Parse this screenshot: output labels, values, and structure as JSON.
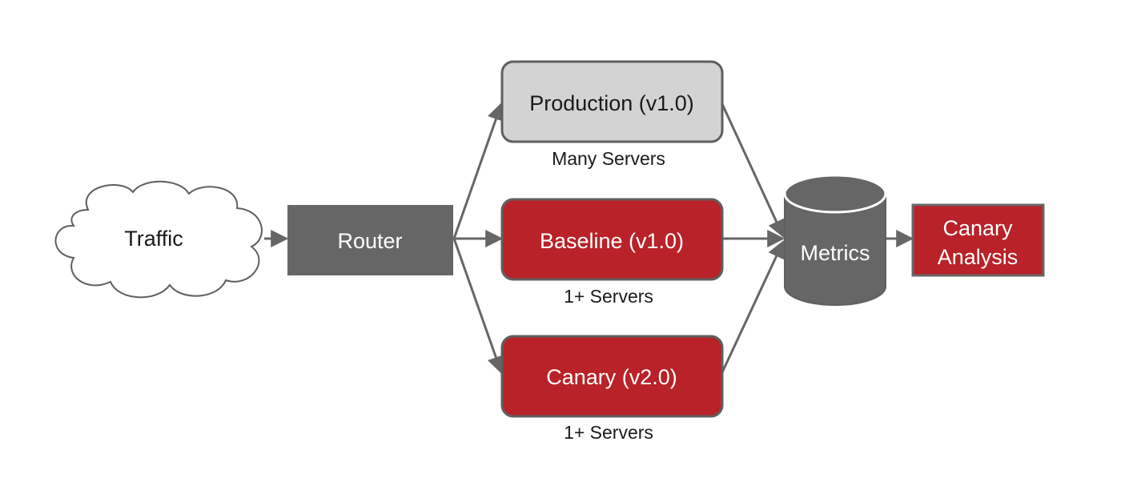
{
  "nodes": {
    "traffic": {
      "label": "Traffic"
    },
    "router": {
      "label": "Router"
    },
    "production": {
      "label": "Production (v1.0)",
      "caption": "Many Servers"
    },
    "baseline": {
      "label": "Baseline (v1.0)",
      "caption": "1+ Servers"
    },
    "canary": {
      "label": "Canary (v2.0)",
      "caption": "1+ Servers"
    },
    "metrics": {
      "label": "Metrics"
    },
    "canary_analysis": {
      "label_line1": "Canary",
      "label_line2": "Analysis"
    }
  },
  "colors": {
    "accent_red": "#b82228",
    "dark_gray": "#666666",
    "light_gray": "#d3d3d3",
    "outline": "#5f5f5f",
    "text_dark": "#1a1a1a",
    "text_light": "#ffffff"
  }
}
